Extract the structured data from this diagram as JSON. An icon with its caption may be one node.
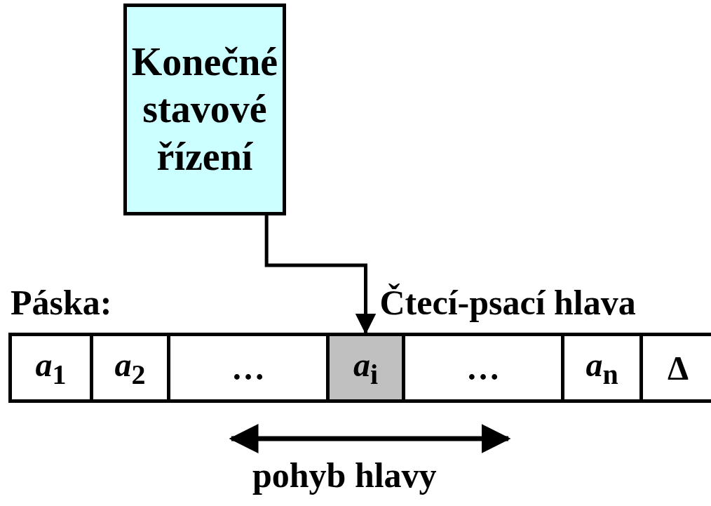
{
  "diagram": {
    "nodes": [
      {
        "text": [
          "Konečné stavové řízení"
        ]
      },
      {
        "text": [
          "*a*$_{1}$"
        ]
      },
      {
        "text": [
          "*a*$_{2}$"
        ]
      },
      {
        "text": [
          "…"
        ]
      },
      {
        "text": [
          "*a*$_{i}$"
        ]
      },
      {
        "text": [
          "…"
        ]
      },
      {
        "text": [
          "*a*$_{n}$"
        ]
      },
      {
        "text": [
          "Δ"
        ]
      }
    ],
    "edges": [
      {
        "from": 0,
        "to": 4,
        "arrow": "to",
        "label": "Čtecí-psací hlava"
      }
    ],
    "labels": [
      "Páska:",
      "pohyb hlavy"
    ]
  }
}
